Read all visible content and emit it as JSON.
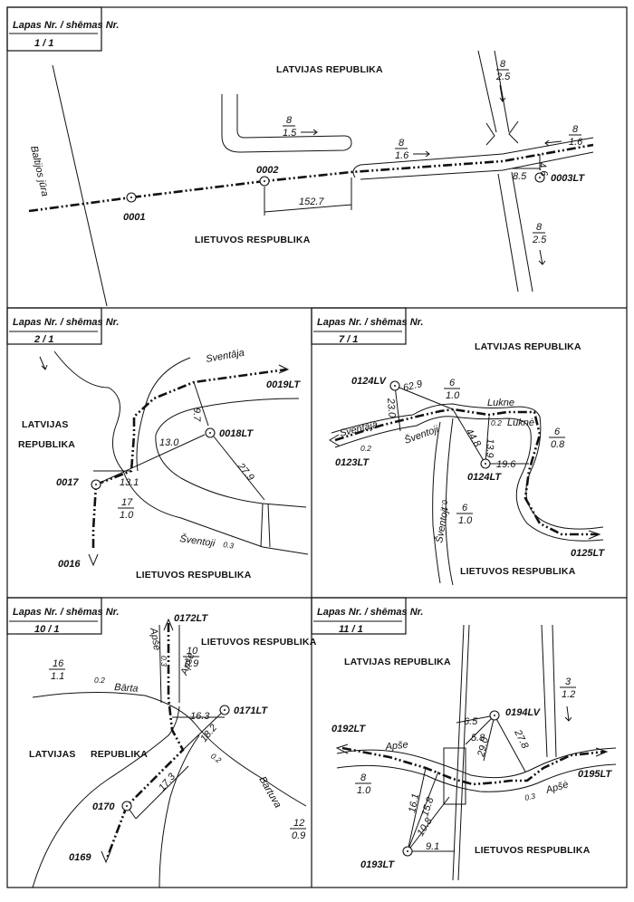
{
  "sheet_label": "Lapas Nr. / shēmas Nr.",
  "panels": [
    {
      "sheet_no": "1 / 1",
      "countries": [
        "LATVIJAS REPUBLIKA",
        "LIETUVOS RESPUBLIKA"
      ],
      "water": [
        "Baltijos jūra"
      ],
      "points": [
        "0001",
        "0002",
        "0003LT"
      ],
      "measures": [
        "152.7",
        "8.5",
        "4.6"
      ],
      "fractions": [
        {
          "top": "8",
          "bottom": "1.5"
        },
        {
          "top": "8",
          "bottom": "1.6"
        },
        {
          "top": "8",
          "bottom": "2.5"
        },
        {
          "top": "8",
          "bottom": "1.6"
        },
        {
          "top": "8",
          "bottom": "2.5"
        }
      ]
    },
    {
      "sheet_no": "2 / 1",
      "countries": [
        "LATVIJAS",
        "REPUBLIKA",
        "LIETUVOS RESPUBLIKA"
      ],
      "rivers": [
        "Sventāja",
        "Šventoji",
        "0.3"
      ],
      "points": [
        "0019LT",
        "0018LT",
        "0017",
        "0016"
      ],
      "measures": [
        "9.7",
        "13.0",
        "13.1",
        "27.9"
      ],
      "fractions": [
        {
          "top": "17",
          "bottom": "1.0"
        }
      ]
    },
    {
      "sheet_no": "7 / 1",
      "countries": [
        "LATVIJAS REPUBLIKA",
        "LIETUVOS RESPUBLIKA"
      ],
      "rivers": [
        "Sventāja",
        "Šventoji",
        "Lukne",
        "Luknė",
        "0.2",
        "0.2",
        "0.1"
      ],
      "points": [
        "0124LV",
        "0123LT",
        "0124LT",
        "0125LT"
      ],
      "measures": [
        "62.9",
        "23.0",
        "44.8",
        "13.9",
        "19.6"
      ],
      "fractions": [
        {
          "top": "6",
          "bottom": "1.0"
        },
        {
          "top": "6",
          "bottom": "0.8"
        },
        {
          "top": "6",
          "bottom": "1.0"
        }
      ]
    },
    {
      "sheet_no": "10 / 1",
      "countries": [
        "LIETUVOS RESPUBLIKA",
        "LATVIJAS",
        "REPUBLIKA"
      ],
      "rivers": [
        "Apše",
        "Apšė",
        "Bārta",
        "Bartuva",
        "0.3",
        "0.2",
        "0.2"
      ],
      "points": [
        "0172LT",
        "0171LT",
        "0170",
        "0169"
      ],
      "measures": [
        "16.3",
        "18.2",
        "17.3"
      ],
      "fractions": [
        {
          "top": "16",
          "bottom": "1.1"
        },
        {
          "top": "10",
          "bottom": "0.9"
        },
        {
          "top": "12",
          "bottom": "0.9"
        }
      ]
    },
    {
      "sheet_no": "11 / 1",
      "countries": [
        "LATVIJAS REPUBLIKA",
        "LIETUVOS RESPUBLIKA"
      ],
      "rivers": [
        "Apše",
        "Apšė",
        "0.3"
      ],
      "points": [
        "0194LV",
        "0192LT",
        "0195LT",
        "0193LT"
      ],
      "measures": [
        "6.5",
        "5.8",
        "29.0",
        "27.8",
        "16.1",
        "15.8",
        "10.8",
        "9.1"
      ],
      "fractions": [
        {
          "top": "3",
          "bottom": "1.2"
        },
        {
          "top": "8",
          "bottom": "1.0"
        }
      ]
    }
  ]
}
